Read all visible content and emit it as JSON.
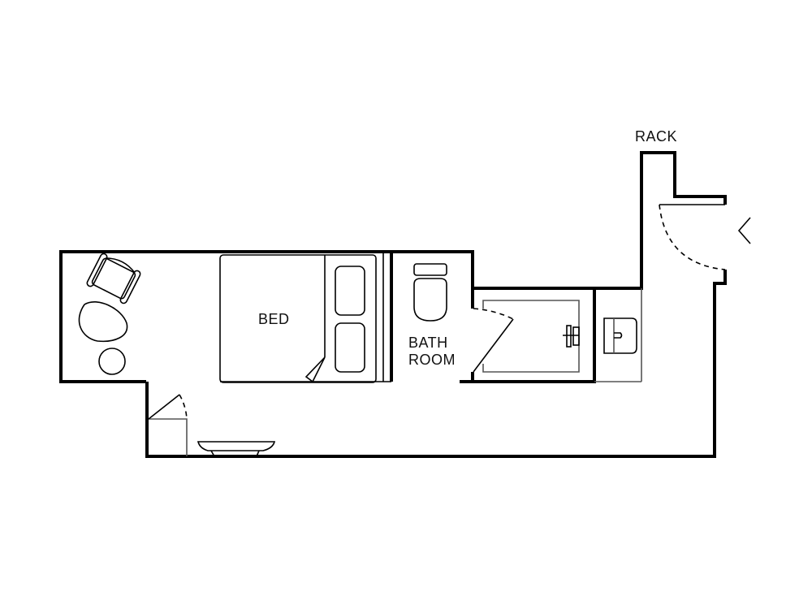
{
  "floorplan": {
    "labels": {
      "bed": "BED",
      "bath_line1": "BATH",
      "bath_line2": "ROOM",
      "rack": "RACK"
    },
    "rooms": [
      "bedroom",
      "bathroom",
      "shower",
      "vanity",
      "entry-corridor"
    ],
    "furniture": [
      "armchair",
      "oval-table",
      "round-stool",
      "bed",
      "pillow",
      "pillow",
      "wardrobe",
      "luggage-bench",
      "toilet",
      "shower-tray",
      "shower-mixer",
      "washbasin"
    ],
    "colors": {
      "line": "#000000",
      "background": "#ffffff"
    }
  }
}
